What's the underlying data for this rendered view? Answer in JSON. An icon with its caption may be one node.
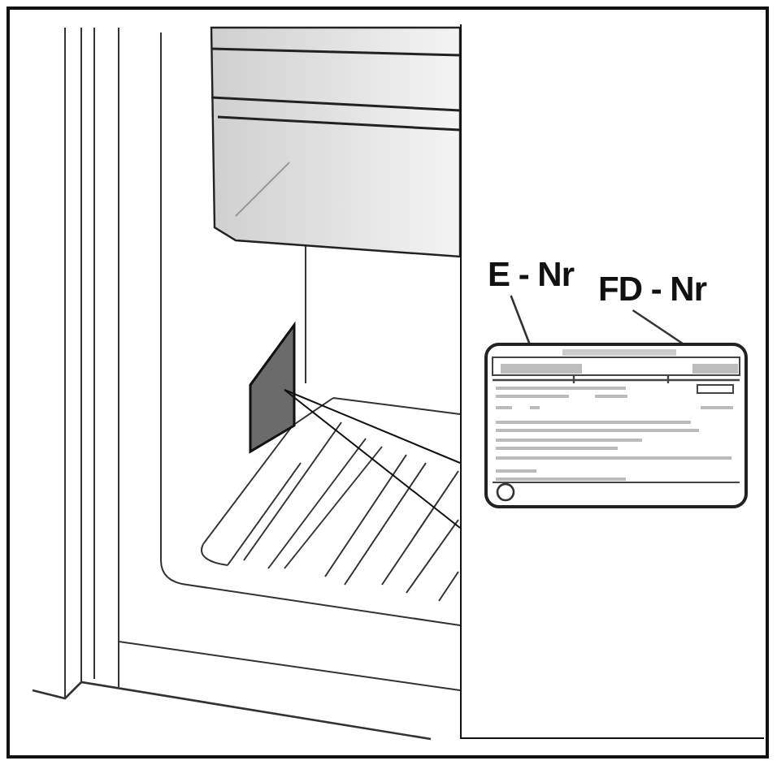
{
  "diagram": {
    "nodes": [
      {
        "text": [
          "E - Nr"
        ]
      },
      {
        "text": [
          "FD - Nr"
        ]
      },
      {
        "text": [],
        "shape": "box"
      },
      {
        "text": [],
        "shape": "box",
        "in": 2
      },
      {
        "text": [],
        "shape": "box",
        "in": 2
      }
    ],
    "edges": [
      {
        "from": 0,
        "to": 3,
        "arrow": "none"
      },
      {
        "from": 1,
        "to": 4,
        "arrow": "none"
      }
    ]
  }
}
